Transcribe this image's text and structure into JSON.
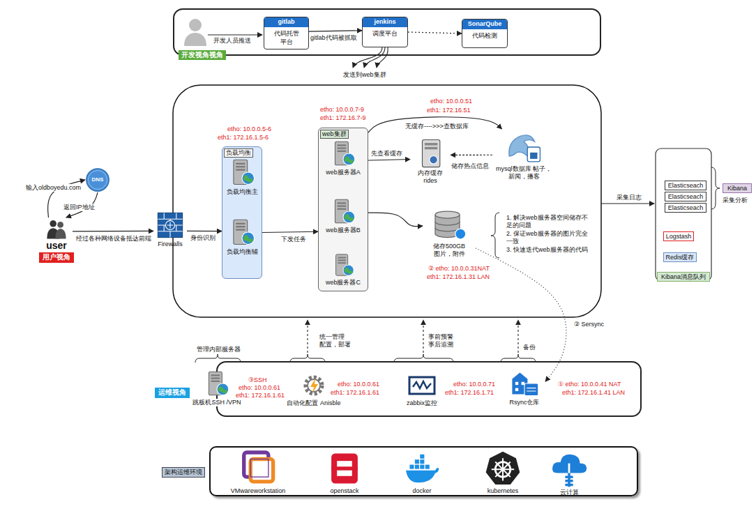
{
  "diagram": {
    "nodes": [
      {
        "text": [
          "开发视角视角"
        ]
      },
      {
        "text": [
          "gitlab",
          "代码托管 平台"
        ],
        "in": 0
      },
      {
        "text": [
          "jenkins",
          "调度平台"
        ],
        "in": 0
      },
      {
        "text": [
          "SonarQube",
          "代码检测"
        ],
        "in": 0
      },
      {
        "text": [
          "DNS"
        ]
      },
      {
        "text": [
          "user"
        ]
      },
      {
        "text": [
          "Firewalls"
        ]
      },
      {
        "text": [
          "负载均衡"
        ]
      },
      {
        "text": [
          "负载均衡主"
        ],
        "in": 7
      },
      {
        "text": [
          "负载均衡辅"
        ],
        "in": 7
      },
      {
        "text": [
          "web集群"
        ]
      },
      {
        "text": [
          "web服务器A"
        ],
        "in": 10
      },
      {
        "text": [
          "web服务器B"
        ],
        "in": 10
      },
      {
        "text": [
          "web服务器C"
        ],
        "in": 10
      },
      {
        "text": [
          "内存缓存 rides"
        ]
      },
      {
        "text": [
          "mysql数据库 帖子，新闻，播客"
        ]
      },
      {
        "text": [
          "储存500GB 图片，附件"
        ]
      },
      {
        "text": [
          "Kibana"
        ]
      },
      {
        "text": [
          "Elasticseach"
        ]
      },
      {
        "text": [
          "Elasticseach"
        ]
      },
      {
        "text": [
          "Elasticseach"
        ]
      },
      {
        "text": [
          "Logstash"
        ]
      },
      {
        "text": [
          "Redis缓存"
        ]
      },
      {
        "text": [
          "Kibana消息队列"
        ]
      },
      {
        "text": [
          "运维视角"
        ]
      },
      {
        "text": [
          "跳板机SSH /VPN"
        ],
        "in": 24
      },
      {
        "text": [
          "自动化配置 Anisble"
        ],
        "in": 24
      },
      {
        "text": [
          "zabbix监控"
        ],
        "in": 24
      },
      {
        "text": [
          "Rsync仓库"
        ],
        "in": 24
      },
      {
        "text": [
          "架构运维环境"
        ]
      },
      {
        "text": [
          "VMwareworkstation"
        ],
        "in": 29
      },
      {
        "text": [
          "openstack"
        ],
        "in": 29
      },
      {
        "text": [
          "docker"
        ],
        "in": 29
      },
      {
        "text": [
          "kubernetes"
        ],
        "in": 29
      },
      {
        "text": [
          "云计算"
        ],
        "in": 29
      }
    ],
    "edges": [
      {
        "from": 1,
        "to": 2,
        "arrow": "to",
        "label": "gitlab代码被抓取"
      },
      {
        "from": 2,
        "to": 3,
        "arrow": "to"
      },
      {
        "from": 5,
        "to": 4,
        "arrow": "to",
        "label": "输入oldboyedu.com"
      },
      {
        "from": 4,
        "to": 5,
        "arrow": "to",
        "label": "返回IP地址"
      },
      {
        "from": 5,
        "to": 6,
        "arrow": "to",
        "label": "经过各种网络设备抵达前端"
      },
      {
        "from": 6,
        "to": 7,
        "arrow": "to",
        "label": "身份识别"
      },
      {
        "from": 7,
        "to": 10,
        "arrow": "to",
        "label": "下发任务"
      },
      {
        "from": 10,
        "to": 14,
        "arrow": "to",
        "label": "先查看缓存"
      },
      {
        "from": 10,
        "to": 15,
        "arrow": "to",
        "label": "无缓存---->>>查数据库"
      },
      {
        "from": 15,
        "to": 14,
        "arrow": "to",
        "label": "储存热点信息"
      },
      {
        "from": 10,
        "to": 16,
        "arrow": "to"
      },
      {
        "from": 16,
        "to": 28,
        "arrow": "to",
        "label": "② Sersync"
      }
    ],
    "labels": [
      "开发人员推送",
      "发送到web集群",
      "用户视角",
      "etho: 10.0.0.5-6",
      "eth1: 172.16.1.5-6",
      "etho: 10.0.0.7-9",
      "eth1: 172.16.7-9",
      "etho: 10.0.0.51",
      "eth1: 172.16.51",
      "② etho: 10.0.0.31NAT",
      "eth1: 172.16.1.31 LAN",
      "1.  解决web服务器空间储存不足的问题",
      "2.  保证web服务器的图片完全一致",
      "3.  快速迭代web服务器的代码",
      "采集日志",
      "采集分析",
      "管理内部服务器",
      "统一管理 配置，部署",
      "事前预警 事后追溯",
      "备份",
      "③SSH",
      "etho: 10.0.0.61",
      "eth1: 172.16.1.61",
      "etho: 10.0.0.61",
      "eth1: 172.16.1.61",
      "etho: 10.0.0.71",
      "eth1: 172.16.1.71",
      "① etho: 10.0.0.41 NAT",
      "eth1: 172.16.1.41 LAN"
    ]
  }
}
